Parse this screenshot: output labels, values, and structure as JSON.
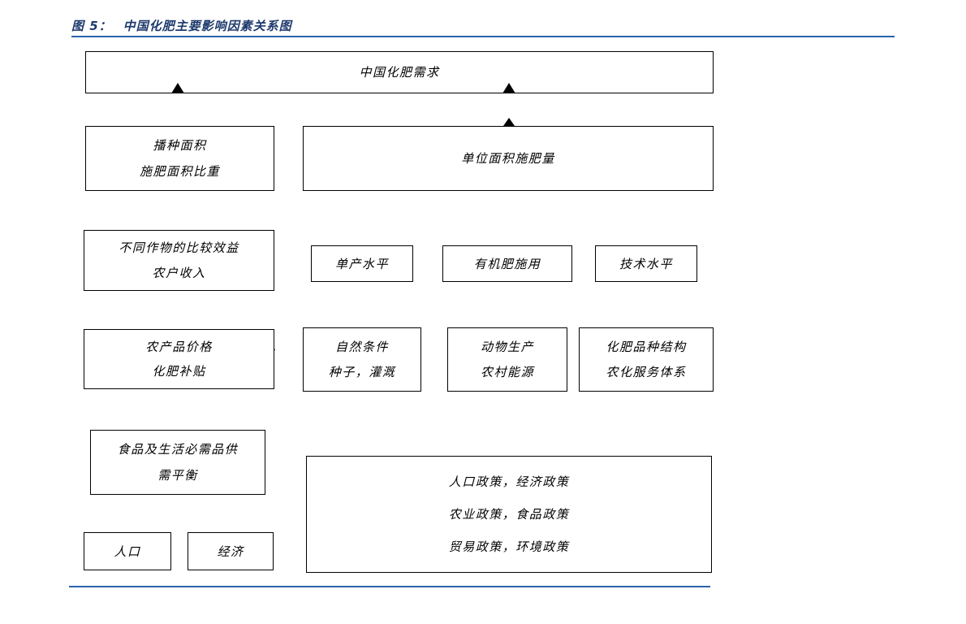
{
  "header": {
    "figure_label": "图 5：",
    "title": "中国化肥主要影响因素关系图"
  },
  "colors": {
    "accent_blue": "#2a64ae",
    "title_blue": "#1e3a6d",
    "box_border": "#000000",
    "background": "#ffffff"
  },
  "diagram": {
    "demand": "中国化肥需求",
    "sown_area": {
      "line1": "播种面积",
      "line2": "施肥面积比重"
    },
    "per_area_rate": "单位面积施肥量",
    "crop_benefit": {
      "line1": "不同作物的比较效益",
      "line2": "农户收入"
    },
    "yield_level": "单产水平",
    "organic_use": "有机肥施用",
    "tech_level": "技术水平",
    "farm_price": {
      "line1": "农产品价格",
      "line2": "化肥补贴"
    },
    "natural_condition": {
      "line1": "自然条件",
      "line2": "种子，灌溉"
    },
    "animal_production": {
      "line1": "动物生产",
      "line2": "农村能源"
    },
    "fertilizer_variety": {
      "line1": "化肥品种结构",
      "line2": "农化服务体系"
    },
    "food_balance": {
      "line1": "食品及生活必需品供",
      "line2": "需平衡"
    },
    "policy": {
      "line1": "人口政策，经济政策",
      "line2": "农业政策，食品政策",
      "line3": "贸易政策，环境政策"
    },
    "population": "人口",
    "economy": "经济"
  }
}
